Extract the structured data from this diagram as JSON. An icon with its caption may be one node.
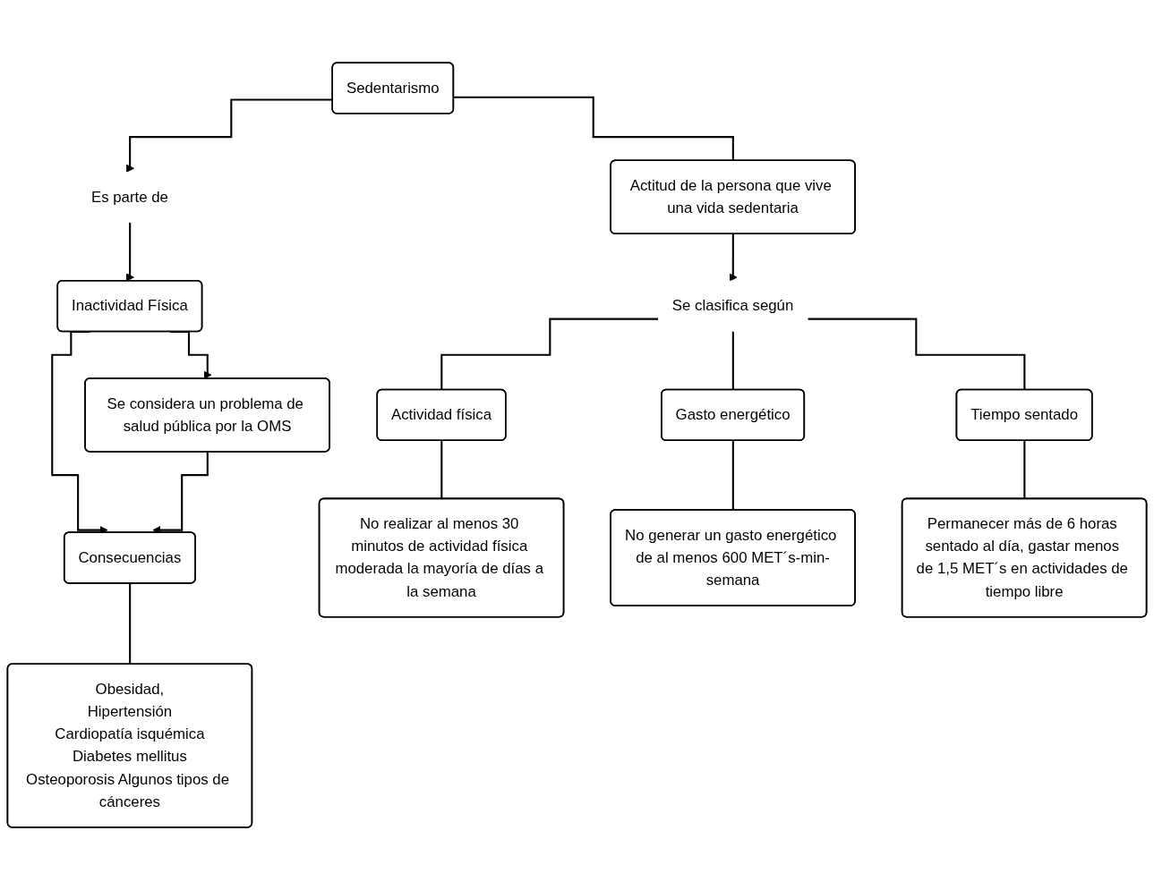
{
  "diagram": {
    "nodes": [
      {
        "text": [
          "Sedentarismo"
        ]
      },
      {
        "text": [
          "Es parte de"
        ]
      },
      {
        "text": [
          "Inactividad Física"
        ]
      },
      {
        "text": [
          "Se considera un problema de salud pública por la OMS"
        ]
      },
      {
        "text": [
          "Consecuencias"
        ]
      },
      {
        "text": [
          "Obesidad,",
          "Hipertensión",
          "Cardiopatía isquémica",
          "Diabetes mellitus",
          "Osteoporosis Algunos tipos de cánceres"
        ]
      },
      {
        "text": [
          "Actitud de la persona que vive una vida sedentaria"
        ]
      },
      {
        "text": [
          "Se clasifica según"
        ]
      },
      {
        "text": [
          "Actividad física"
        ]
      },
      {
        "text": [
          "Gasto energético"
        ]
      },
      {
        "text": [
          "Tiempo sentado"
        ]
      },
      {
        "text": [
          "No realizar al menos 30 minutos de actividad física moderada la mayoría de días a la semana"
        ]
      },
      {
        "text": [
          "No generar un gasto energético de al menos 600 MET´s-min-semana"
        ]
      },
      {
        "text": [
          "Permanecer más de 6 horas sentado al día, gastar menos de 1,5 MET´s en actividades de tiempo libre"
        ]
      }
    ],
    "edges": [
      {
        "from": 0,
        "to": 1,
        "arrow": "to"
      },
      {
        "from": 1,
        "to": 2,
        "arrow": "to"
      },
      {
        "from": 2,
        "to": 3,
        "arrow": "to"
      },
      {
        "from": 2,
        "to": 4,
        "arrow": "to"
      },
      {
        "from": 3,
        "to": 4,
        "arrow": "to"
      },
      {
        "from": 4,
        "to": 5,
        "arrow": "none"
      },
      {
        "from": 0,
        "to": 6,
        "arrow": "none"
      },
      {
        "from": 6,
        "to": 7,
        "arrow": "to"
      },
      {
        "from": 7,
        "to": 8,
        "arrow": "none"
      },
      {
        "from": 7,
        "to": 9,
        "arrow": "none"
      },
      {
        "from": 7,
        "to": 10,
        "arrow": "none"
      },
      {
        "from": 8,
        "to": 11,
        "arrow": "none"
      },
      {
        "from": 9,
        "to": 12,
        "arrow": "none"
      },
      {
        "from": 10,
        "to": 13,
        "arrow": "none"
      }
    ]
  }
}
